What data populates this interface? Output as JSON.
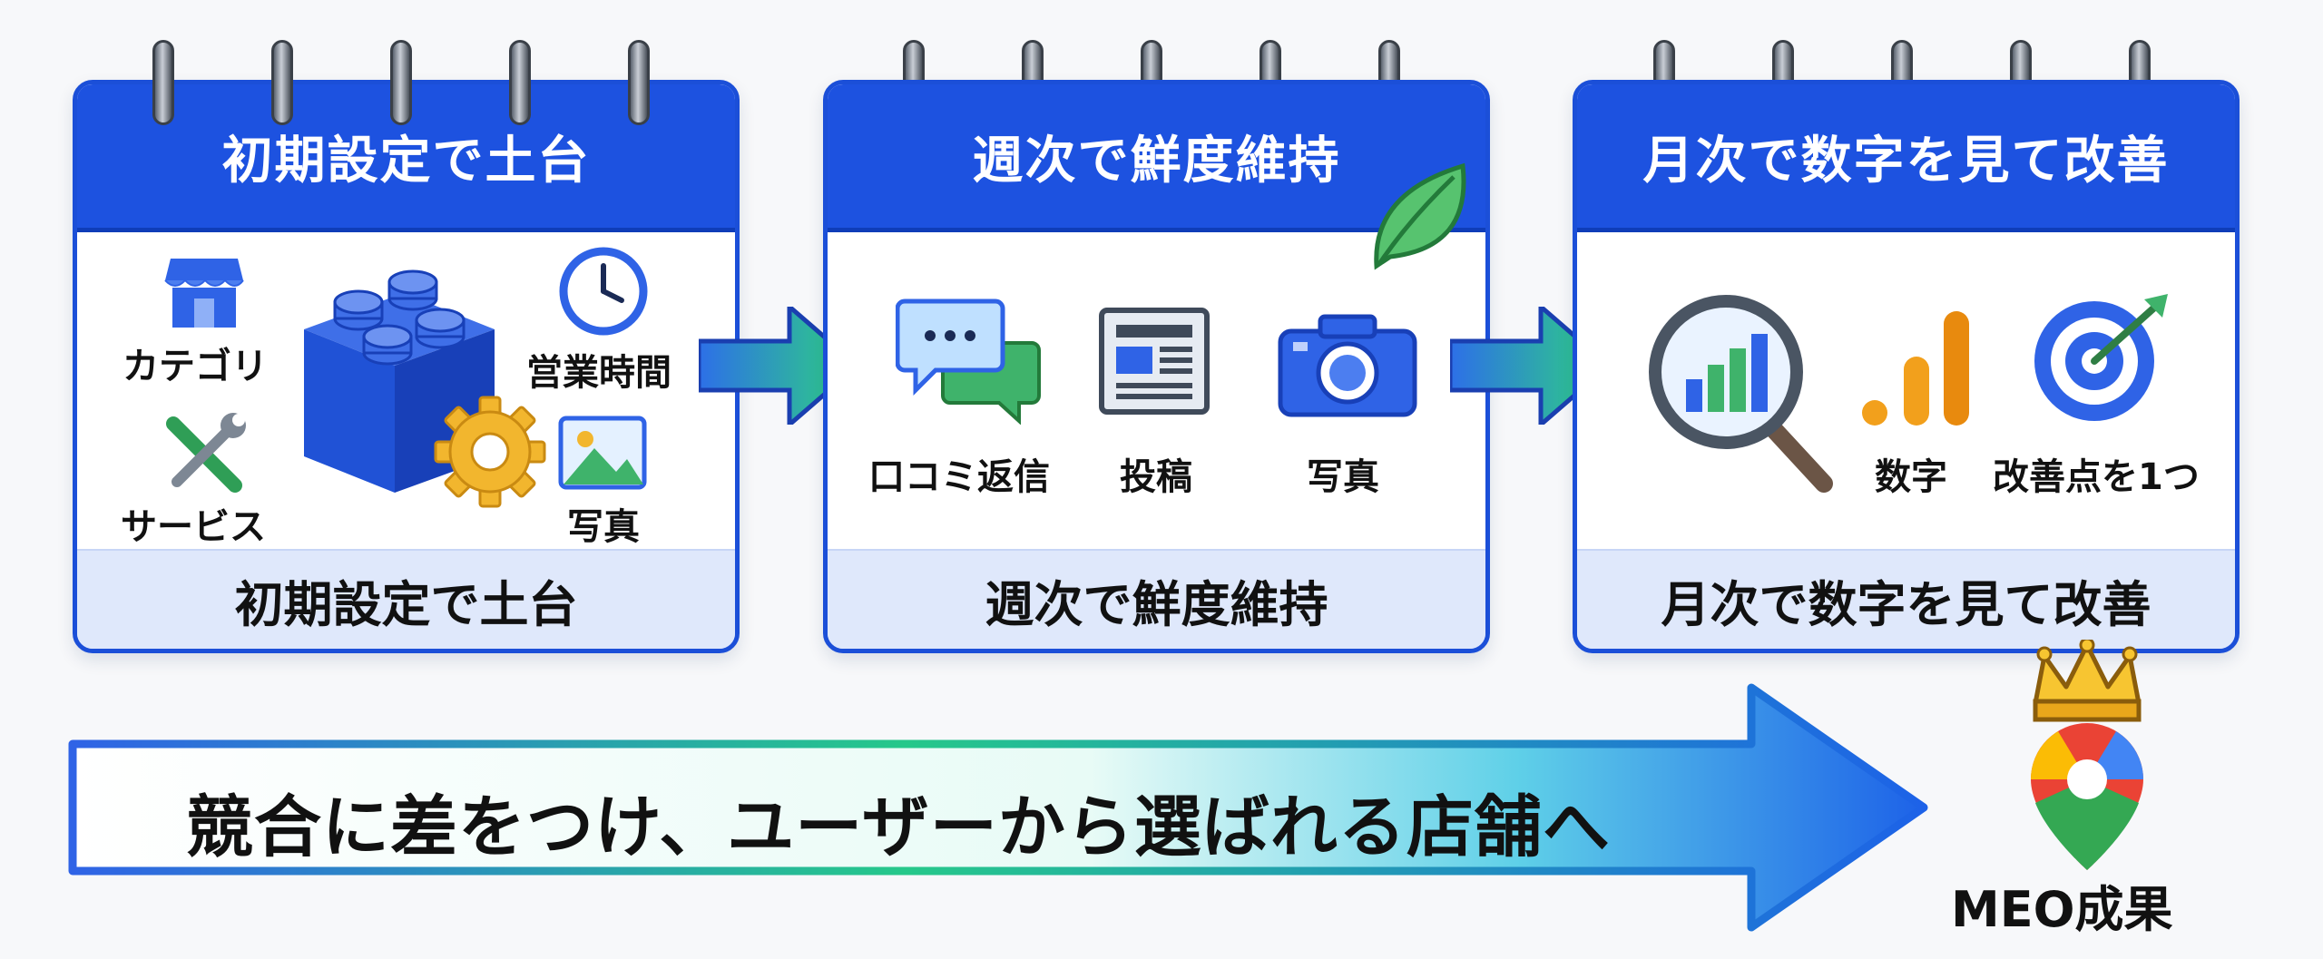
{
  "steps": [
    {
      "title": "初期設定で土台",
      "footer": "初期設定で土台",
      "items": [
        "カテゴリ",
        "サービス",
        "営業時間",
        "写真"
      ]
    },
    {
      "title": "週次で鮮度維持",
      "footer": "週次で鮮度維持",
      "items": [
        "口コミ返信",
        "投稿",
        "写真"
      ]
    },
    {
      "title": "月次で数字を見て改善",
      "footer": "月次で数字を見て改善",
      "items": [
        "数字",
        "改善点を1つ"
      ]
    }
  ],
  "banner": "競合に差をつけ、ユーザーから選ばれる店舗へ",
  "result_label": "MEO成果",
  "colors": {
    "header_blue": "#1d52e0",
    "footer_tint": "#dfe8fb",
    "arrow_green": "#2ecf86",
    "accent_orange": "#f2a01c"
  }
}
